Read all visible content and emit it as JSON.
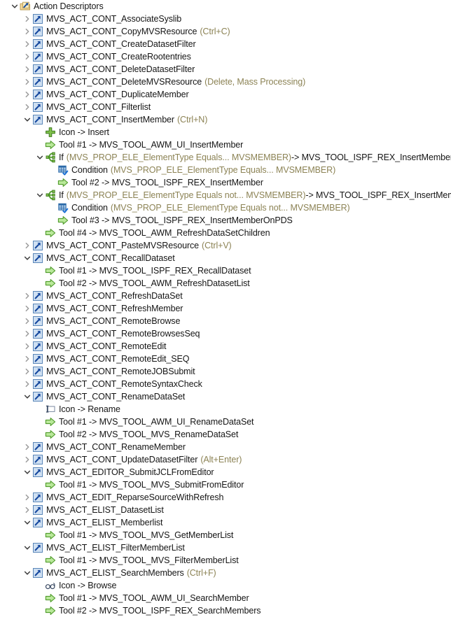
{
  "tree": {
    "title": "Action Descriptors",
    "colors": {
      "text": "#151515",
      "secondary_text": "#8c8355",
      "action_icon_blue": "#2255aa",
      "tool_icon_green": "#6abf3e",
      "condition_icon_blue": "#2c6aa8",
      "background": "#ffffff"
    },
    "rows": [
      {
        "indent": 0,
        "twisty": "expanded",
        "icon": "action-folder-icon",
        "label": "Action Descriptors",
        "sub": ""
      },
      {
        "indent": 1,
        "twisty": "collapsed",
        "icon": "action-icon",
        "label": "MVS_ACT_CONT_AssociateSyslib",
        "sub": ""
      },
      {
        "indent": 1,
        "twisty": "collapsed",
        "icon": "action-icon",
        "label": "MVS_ACT_CONT_CopyMVSResource",
        "sub": "(Ctrl+C)"
      },
      {
        "indent": 1,
        "twisty": "collapsed",
        "icon": "action-icon",
        "label": "MVS_ACT_CONT_CreateDatasetFilter",
        "sub": ""
      },
      {
        "indent": 1,
        "twisty": "collapsed",
        "icon": "action-icon",
        "label": "MVS_ACT_CONT_CreateRootentries",
        "sub": ""
      },
      {
        "indent": 1,
        "twisty": "collapsed",
        "icon": "action-icon",
        "label": "MVS_ACT_CONT_DeleteDatasetFilter",
        "sub": ""
      },
      {
        "indent": 1,
        "twisty": "collapsed",
        "icon": "action-icon",
        "label": "MVS_ACT_CONT_DeleteMVSResource",
        "sub": "(Delete, Mass Processing)"
      },
      {
        "indent": 1,
        "twisty": "collapsed",
        "icon": "action-icon",
        "label": "MVS_ACT_CONT_DuplicateMember",
        "sub": ""
      },
      {
        "indent": 1,
        "twisty": "collapsed",
        "icon": "action-icon",
        "label": "MVS_ACT_CONT_Filterlist",
        "sub": ""
      },
      {
        "indent": 1,
        "twisty": "expanded",
        "icon": "action-icon",
        "label": "MVS_ACT_CONT_InsertMember",
        "sub": "(Ctrl+N)"
      },
      {
        "indent": 2,
        "twisty": "none",
        "icon": "insert-plus-icon",
        "label": "Icon -> Insert",
        "sub": ""
      },
      {
        "indent": 2,
        "twisty": "none",
        "icon": "tool-arrow-icon",
        "label": "Tool #1 -> MVS_TOOL_AWM_UI_InsertMember",
        "sub": ""
      },
      {
        "indent": 2,
        "twisty": "expanded",
        "icon": "if-branch-icon",
        "label": "If",
        "sub": "(MVS_PROP_ELE_ElementType Equals... MVSMEMBER) -> MVS_TOOL_ISPF_REX_InsertMember",
        "sub_mixed": true
      },
      {
        "indent": 3,
        "twisty": "none",
        "icon": "condition-icon",
        "label": "Condition",
        "sub": "(MVS_PROP_ELE_ElementType Equals... MVSMEMBER)"
      },
      {
        "indent": 3,
        "twisty": "none",
        "icon": "tool-arrow-icon",
        "label": "Tool #2 -> MVS_TOOL_ISPF_REX_InsertMember",
        "sub": ""
      },
      {
        "indent": 2,
        "twisty": "expanded",
        "icon": "if-branch-icon",
        "label": "If",
        "sub": "(MVS_PROP_ELE_ElementType Equals not... MVSMEMBER) -> MVS_TOOL_ISPF_REX_InsertMemberOnPDS",
        "sub_mixed": true
      },
      {
        "indent": 3,
        "twisty": "none",
        "icon": "condition-icon",
        "label": "Condition",
        "sub": "(MVS_PROP_ELE_ElementType Equals not... MVSMEMBER)"
      },
      {
        "indent": 3,
        "twisty": "none",
        "icon": "tool-arrow-icon",
        "label": "Tool #3 -> MVS_TOOL_ISPF_REX_InsertMemberOnPDS",
        "sub": ""
      },
      {
        "indent": 2,
        "twisty": "none",
        "icon": "tool-arrow-icon",
        "label": "Tool #4 -> MVS_TOOL_AWM_RefreshDataSetChildren",
        "sub": ""
      },
      {
        "indent": 1,
        "twisty": "collapsed",
        "icon": "action-icon",
        "label": "MVS_ACT_CONT_PasteMVSResource",
        "sub": "(Ctrl+V)"
      },
      {
        "indent": 1,
        "twisty": "expanded",
        "icon": "action-icon",
        "label": "MVS_ACT_CONT_RecallDataset",
        "sub": ""
      },
      {
        "indent": 2,
        "twisty": "none",
        "icon": "tool-arrow-icon",
        "label": "Tool #1 -> MVS_TOOL_ISPF_REX_RecallDataset",
        "sub": ""
      },
      {
        "indent": 2,
        "twisty": "none",
        "icon": "tool-arrow-icon",
        "label": "Tool #2 -> MVS_TOOL_AWM_RefreshDatasetList",
        "sub": ""
      },
      {
        "indent": 1,
        "twisty": "collapsed",
        "icon": "action-icon",
        "label": "MVS_ACT_CONT_RefreshDataSet",
        "sub": ""
      },
      {
        "indent": 1,
        "twisty": "collapsed",
        "icon": "action-icon",
        "label": "MVS_ACT_CONT_RefreshMember",
        "sub": ""
      },
      {
        "indent": 1,
        "twisty": "collapsed",
        "icon": "action-icon",
        "label": "MVS_ACT_CONT_RemoteBrowse",
        "sub": ""
      },
      {
        "indent": 1,
        "twisty": "collapsed",
        "icon": "action-icon",
        "label": "MVS_ACT_CONT_RemoteBrowsesSeq",
        "sub": ""
      },
      {
        "indent": 1,
        "twisty": "collapsed",
        "icon": "action-icon",
        "label": "MVS_ACT_CONT_RemoteEdit",
        "sub": ""
      },
      {
        "indent": 1,
        "twisty": "collapsed",
        "icon": "action-icon",
        "label": "MVS_ACT_CONT_RemoteEdit_SEQ",
        "sub": ""
      },
      {
        "indent": 1,
        "twisty": "collapsed",
        "icon": "action-icon",
        "label": "MVS_ACT_CONT_RemoteJOBSubmit",
        "sub": ""
      },
      {
        "indent": 1,
        "twisty": "collapsed",
        "icon": "action-icon",
        "label": "MVS_ACT_CONT_RemoteSyntaxCheck",
        "sub": ""
      },
      {
        "indent": 1,
        "twisty": "expanded",
        "icon": "action-icon",
        "label": "MVS_ACT_CONT_RenameDataSet",
        "sub": ""
      },
      {
        "indent": 2,
        "twisty": "none",
        "icon": "rename-icon",
        "label": "Icon -> Rename",
        "sub": ""
      },
      {
        "indent": 2,
        "twisty": "none",
        "icon": "tool-arrow-icon",
        "label": "Tool #1 -> MVS_TOOL_AWM_UI_RenameDataSet",
        "sub": ""
      },
      {
        "indent": 2,
        "twisty": "none",
        "icon": "tool-arrow-icon",
        "label": "Tool #2 -> MVS_TOOL_MVS_RenameDataSet",
        "sub": ""
      },
      {
        "indent": 1,
        "twisty": "collapsed",
        "icon": "action-icon",
        "label": "MVS_ACT_CONT_RenameMember",
        "sub": ""
      },
      {
        "indent": 1,
        "twisty": "collapsed",
        "icon": "action-icon",
        "label": "MVS_ACT_CONT_UpdateDatasetFilter",
        "sub": "(Alt+Enter)"
      },
      {
        "indent": 1,
        "twisty": "expanded",
        "icon": "action-icon",
        "label": "MVS_ACT_EDITOR_SubmitJCLFromEditor",
        "sub": ""
      },
      {
        "indent": 2,
        "twisty": "none",
        "icon": "tool-arrow-icon",
        "label": "Tool #1 -> MVS_TOOL_MVS_SubmitFromEditor",
        "sub": ""
      },
      {
        "indent": 1,
        "twisty": "collapsed",
        "icon": "action-icon",
        "label": "MVS_ACT_EDIT_ReparseSourceWithRefresh",
        "sub": ""
      },
      {
        "indent": 1,
        "twisty": "collapsed",
        "icon": "action-icon",
        "label": "MVS_ACT_ELIST_DatasetList",
        "sub": ""
      },
      {
        "indent": 1,
        "twisty": "expanded",
        "icon": "action-icon",
        "label": "MVS_ACT_ELIST_Memberlist",
        "sub": ""
      },
      {
        "indent": 2,
        "twisty": "none",
        "icon": "tool-arrow-icon",
        "label": "Tool #1 -> MVS_TOOL_MVS_GetMemberList",
        "sub": ""
      },
      {
        "indent": 1,
        "twisty": "expanded",
        "icon": "action-icon",
        "label": "MVS_ACT_ELIST_FilterMemberList",
        "sub": ""
      },
      {
        "indent": 2,
        "twisty": "none",
        "icon": "tool-arrow-icon",
        "label": "Tool #1 -> MVS_TOOL_MVS_FilterMemberList",
        "sub": ""
      },
      {
        "indent": 1,
        "twisty": "expanded",
        "icon": "action-icon",
        "label": "MVS_ACT_ELIST_SearchMembers",
        "sub": "(Ctrl+F)"
      },
      {
        "indent": 2,
        "twisty": "none",
        "icon": "browse-glasses-icon",
        "label": "Icon -> Browse",
        "sub": ""
      },
      {
        "indent": 2,
        "twisty": "none",
        "icon": "tool-arrow-icon",
        "label": "Tool #1 -> MVS_TOOL_AWM_UI_SearchMember",
        "sub": ""
      },
      {
        "indent": 2,
        "twisty": "none",
        "icon": "tool-arrow-icon",
        "label": "Tool #2 -> MVS_TOOL_ISPF_REX_SearchMembers",
        "sub": ""
      }
    ]
  }
}
